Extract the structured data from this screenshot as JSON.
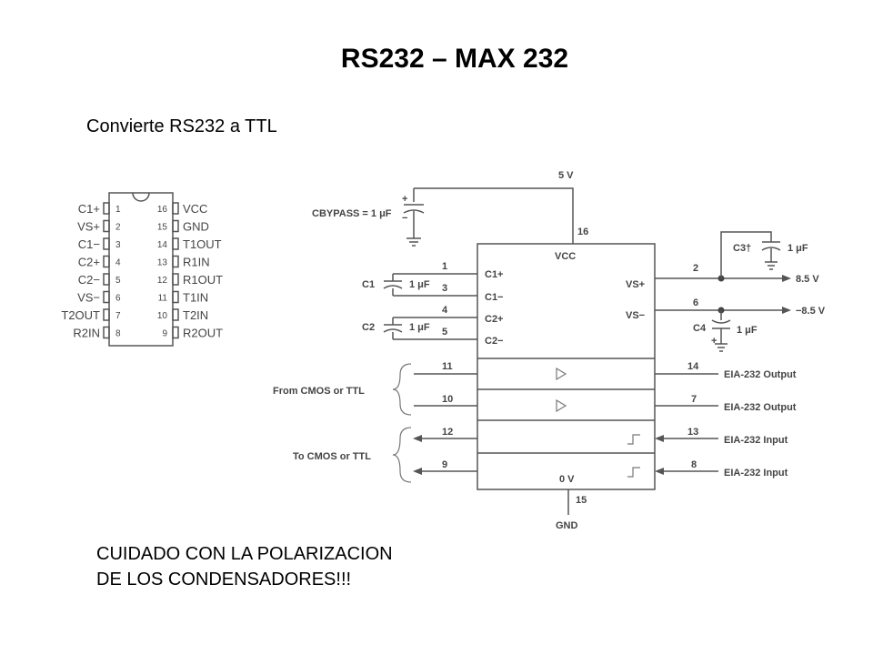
{
  "title": "RS232 – MAX 232",
  "subtitle": "Convierte RS232 a TTL",
  "warning": [
    "CUIDADO CON LA POLARIZACION",
    "DE LOS CONDENSADORES!!!"
  ],
  "pinout": {
    "left": [
      {
        "name": "C1+",
        "num": "1"
      },
      {
        "name": "VS+",
        "num": "2"
      },
      {
        "name": "C1−",
        "num": "3"
      },
      {
        "name": "C2+",
        "num": "4"
      },
      {
        "name": "C2−",
        "num": "5"
      },
      {
        "name": "VS−",
        "num": "6"
      },
      {
        "name": "T2OUT",
        "num": "7"
      },
      {
        "name": "R2IN",
        "num": "8"
      }
    ],
    "right": [
      {
        "name": "VCC",
        "num": "16"
      },
      {
        "name": "GND",
        "num": "15"
      },
      {
        "name": "T1OUT",
        "num": "14"
      },
      {
        "name": "R1IN",
        "num": "13"
      },
      {
        "name": "R1OUT",
        "num": "12"
      },
      {
        "name": "T1IN",
        "num": "11"
      },
      {
        "name": "T2IN",
        "num": "10"
      },
      {
        "name": "R2OUT",
        "num": "9"
      }
    ]
  },
  "schematic": {
    "supply": "5 V",
    "vcc_pin": "16",
    "vcc_label": "VCC",
    "cbypass": "CBYPASS = 1 μF",
    "c1": "C1",
    "c2": "C2",
    "c3": "C3†",
    "c4": "C4",
    "cap_value": "1 μF",
    "pins_left": [
      "1",
      "3",
      "4",
      "5"
    ],
    "pin_labels_left": [
      "C1+",
      "C1−",
      "C2+",
      "C2−"
    ],
    "vs_plus": "VS+",
    "vs_minus": "VS−",
    "vs_plus_pin": "2",
    "vs_minus_pin": "6",
    "vs_plus_v": "8.5 V",
    "vs_minus_v": "−8.5 V",
    "in_pins": [
      "11",
      "10"
    ],
    "out_pins": [
      "12",
      "9"
    ],
    "right_pins": [
      "14",
      "7",
      "13",
      "8"
    ],
    "from_label": "From CMOS or TTL",
    "to_label": "To CMOS or TTL",
    "eia_out": "EIA-232 Output",
    "eia_in": "EIA-232 Input",
    "zero_v": "0 V",
    "gnd_pin": "15",
    "gnd": "GND"
  }
}
